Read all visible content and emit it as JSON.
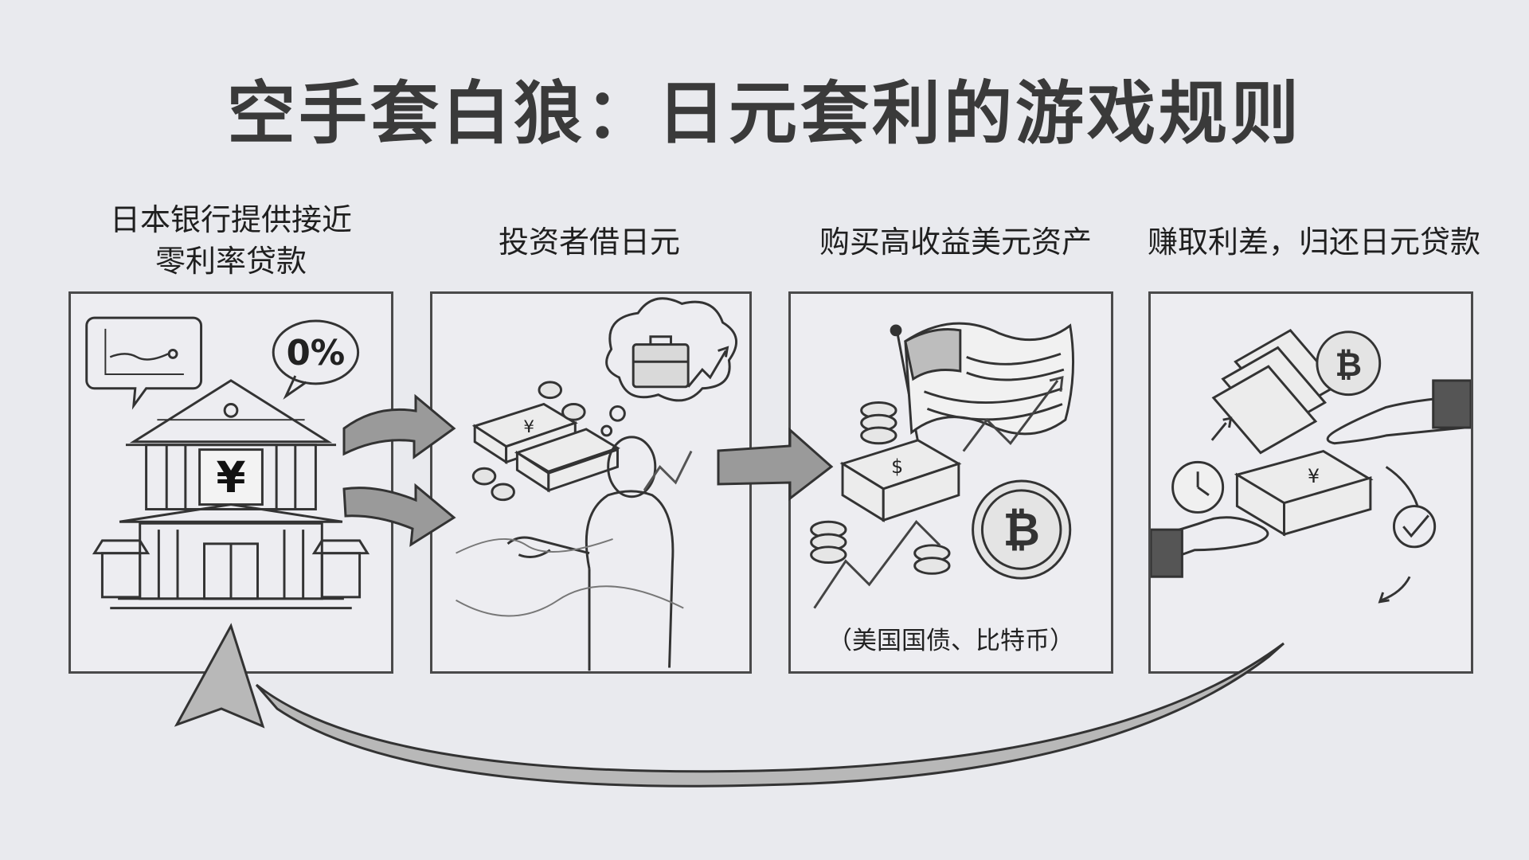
{
  "title": "空手套白狼：日元套利的游戏规则",
  "steps": [
    {
      "label_lines": [
        "日本银行提供接近",
        "零利率贷款"
      ],
      "badge": "0%",
      "sign": "¥"
    },
    {
      "label_lines": [
        "投资者借日元"
      ]
    },
    {
      "label_lines": [
        "购买高收益美元资产"
      ],
      "caption": "（美国国债、比特币）"
    },
    {
      "label_lines": [
        "赚取利差，归还日元贷款"
      ]
    }
  ],
  "icons": [
    "bank-icon",
    "speech-bubble-chart-icon",
    "person-icon",
    "money-stack-icon",
    "thought-bubble-icon",
    "briefcase-icon",
    "us-flag-icon",
    "bitcoin-coin-icon",
    "clock-icon",
    "check-icon",
    "handshake-money-icon"
  ],
  "colors": {
    "background": "#e9eaee",
    "ink": "#3a3a3a"
  }
}
